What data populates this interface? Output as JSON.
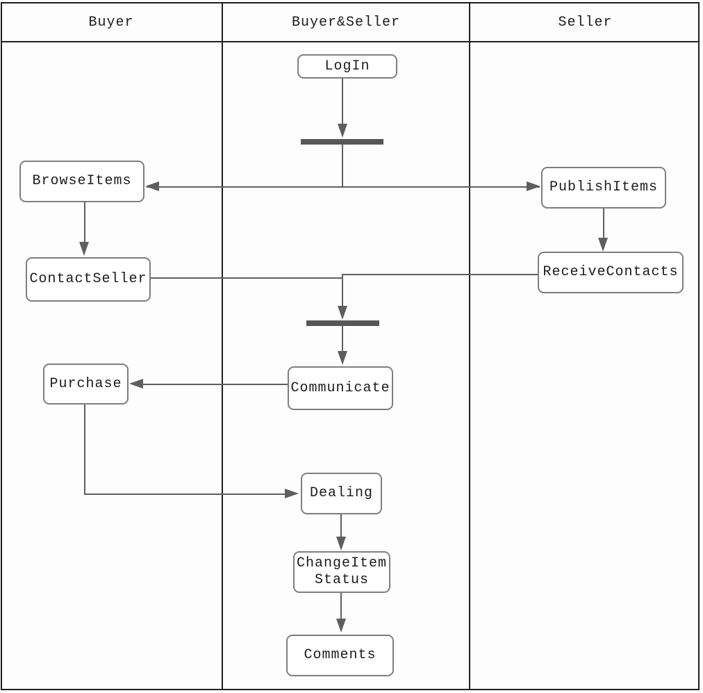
{
  "lanes": [
    {
      "label": "Buyer"
    },
    {
      "label": "Buyer&Seller"
    },
    {
      "label": "Seller"
    }
  ],
  "nodes": {
    "login": {
      "label": "LogIn",
      "lane": "Buyer&Seller"
    },
    "browse_items": {
      "label": "BrowseItems",
      "lane": "Buyer"
    },
    "publish_items": {
      "label": "PublishItems",
      "lane": "Seller"
    },
    "contact_seller": {
      "label": "ContactSeller",
      "lane": "Buyer"
    },
    "receive_contacts": {
      "label": "ReceiveContacts",
      "lane": "Seller"
    },
    "communicate": {
      "label": "Communicate",
      "lane": "Buyer&Seller"
    },
    "purchase": {
      "label": "Purchase",
      "lane": "Buyer"
    },
    "dealing": {
      "label": "Dealing",
      "lane": "Buyer&Seller"
    },
    "change_item_status": {
      "label": "ChangeItem Status",
      "lane": "Buyer&Seller"
    },
    "comments": {
      "label": "Comments",
      "lane": "Buyer&Seller"
    }
  },
  "edges": [
    {
      "from": "LogIn",
      "to": "fork-bar-1"
    },
    {
      "from": "fork-bar-1",
      "to": "BrowseItems"
    },
    {
      "from": "fork-bar-1",
      "to": "PublishItems"
    },
    {
      "from": "BrowseItems",
      "to": "ContactSeller"
    },
    {
      "from": "PublishItems",
      "to": "ReceiveContacts"
    },
    {
      "from": "ContactSeller",
      "to": "join-bar-2"
    },
    {
      "from": "ReceiveContacts",
      "to": "join-bar-2"
    },
    {
      "from": "join-bar-2",
      "to": "Communicate"
    },
    {
      "from": "Communicate",
      "to": "Purchase"
    },
    {
      "from": "Purchase",
      "to": "Dealing"
    },
    {
      "from": "Dealing",
      "to": "ChangeItem Status"
    },
    {
      "from": "ChangeItem Status",
      "to": "Comments"
    }
  ],
  "colors": {
    "frame": "#1f1f1f",
    "line": "#5e5e5e",
    "bar": "#575757",
    "node_border": "#7e7e7e",
    "text": "#1c1c1c",
    "bg": "#fdfdfd"
  }
}
